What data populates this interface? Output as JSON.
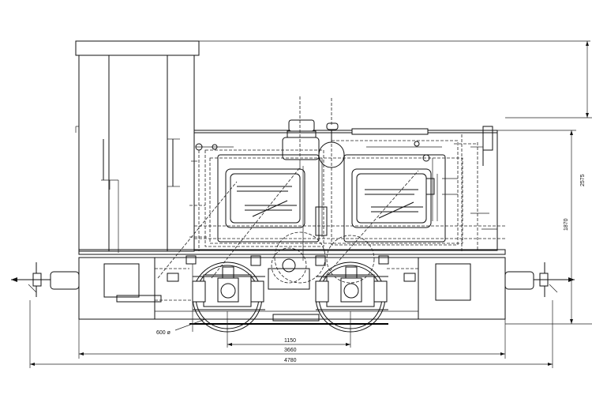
{
  "dimensions": {
    "wheelbase": "1150",
    "frame_length": "3660",
    "overall_length": "4780",
    "body_height": "1870",
    "overall_height": "2575",
    "wheel_diameter": "600 ø"
  }
}
